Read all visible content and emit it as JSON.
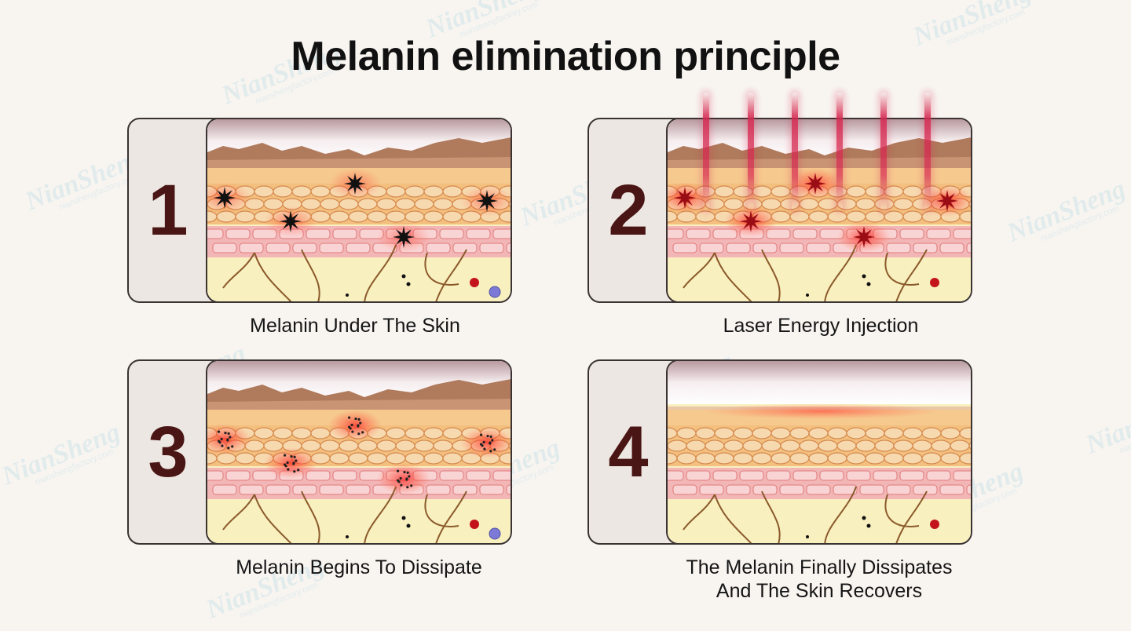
{
  "title": "Melanin elimination principle",
  "watermark": {
    "brand": "NianSheng",
    "site": "nianshengfactory.com"
  },
  "colors": {
    "number": "#4a1515",
    "laser": "#d62850",
    "melanin": "#111111",
    "background": "#f8f5f1"
  },
  "panels": [
    {
      "number": "1",
      "caption_lines": [
        "Melanin Under The Skin"
      ],
      "state": "melanin"
    },
    {
      "number": "2",
      "caption_lines": [
        "Laser Energy Injection"
      ],
      "state": "laser"
    },
    {
      "number": "3",
      "caption_lines": [
        "Melanin Begins To Dissipate"
      ],
      "state": "dissipate"
    },
    {
      "number": "4",
      "caption_lines": [
        "The Melanin Finally Dissipates",
        "And The Skin Recovers"
      ],
      "state": "recovered"
    }
  ]
}
